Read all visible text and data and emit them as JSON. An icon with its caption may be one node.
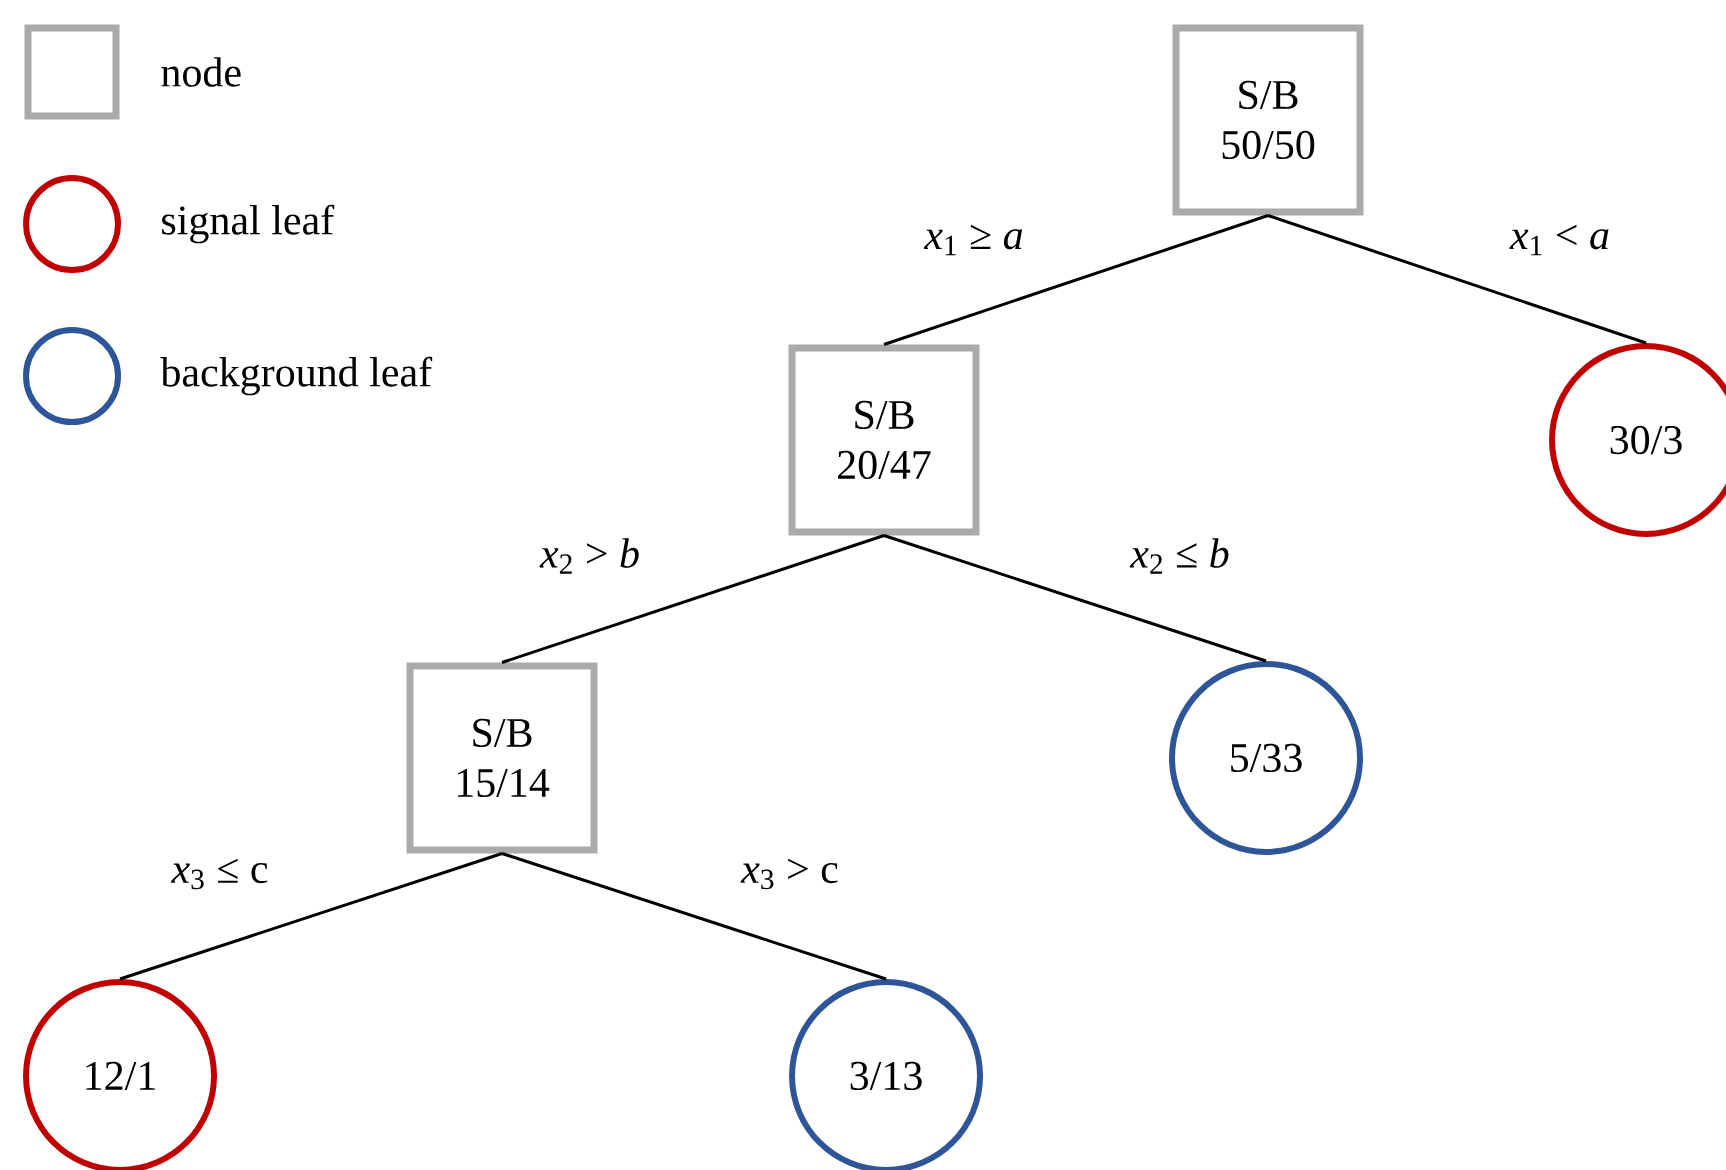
{
  "diagram": {
    "nodes": [
      {
        "text": [
          "S/B",
          "50/50"
        ]
      },
      {
        "text": [
          "S/B",
          "20/47"
        ]
      },
      {
        "text": [
          "30/3"
        ]
      },
      {
        "text": [
          "S/B",
          "15/14"
        ]
      },
      {
        "text": [
          "5/33"
        ]
      },
      {
        "text": [
          "12/1"
        ]
      },
      {
        "text": [
          "3/13"
        ]
      }
    ],
    "edges": [
      {
        "from": 0,
        "to": 1,
        "arrow": "none",
        "label": "*x*$_{1}$ ≥ *a*"
      },
      {
        "from": 0,
        "to": 2,
        "arrow": "none",
        "label": "*x*$_{1}$ < *a*"
      },
      {
        "from": 1,
        "to": 3,
        "arrow": "none",
        "label": "*x*$_{2}$ > *b*"
      },
      {
        "from": 1,
        "to": 4,
        "arrow": "none",
        "label": "*x*$_{2}$ ≤ *b*"
      },
      {
        "from": 3,
        "to": 5,
        "arrow": "none",
        "label": "*x*$_{3}$ ≤ c"
      },
      {
        "from": 3,
        "to": 6,
        "arrow": "none",
        "label": "*x*$_{3}$ > c"
      }
    ],
    "legend": [
      {
        "text": "node",
        "color": "#aaaaaa"
      },
      {
        "text": "signal leaf",
        "color": "#c00000"
      },
      {
        "text": "background leaf",
        "color": "#2e5597"
      }
    ]
  }
}
